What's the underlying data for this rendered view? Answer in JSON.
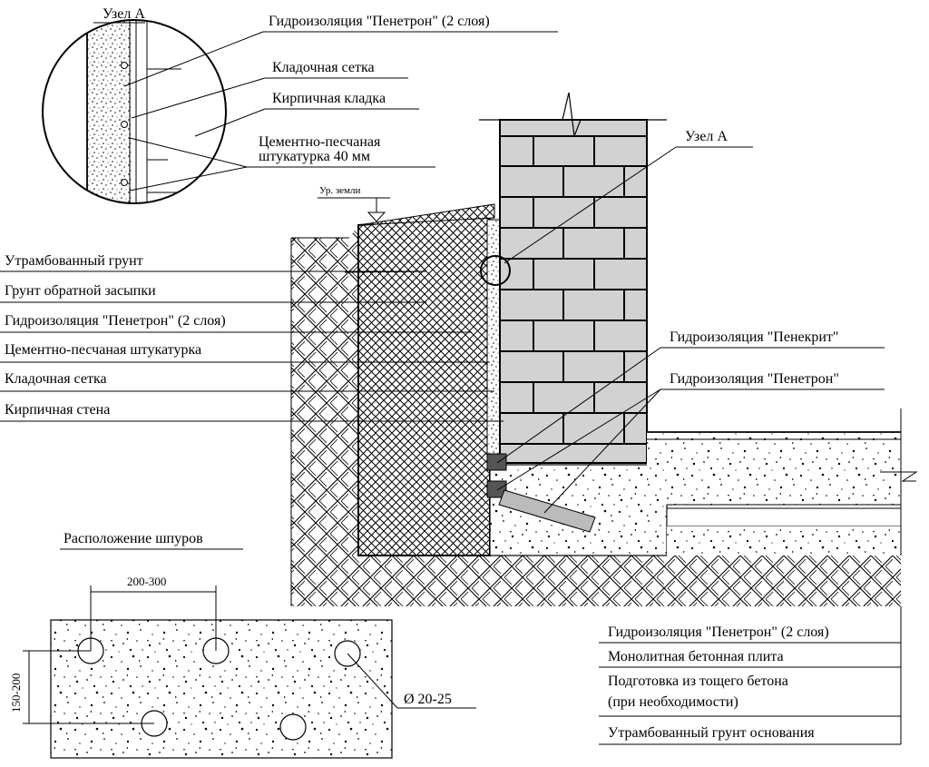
{
  "labels": {
    "node_a_title": "Узел А",
    "hydro_penetron_2": "Гидроизоляция \"Пенетрон\" (2 слоя)",
    "masonry_mesh": "Кладочная сетка",
    "brickwork": "Кирпичная кладка",
    "cement_plaster_1": "Цементно-песчаная",
    "cement_plaster_2": "штукатурка 40 мм",
    "ground_level": "Ур. земли",
    "node_a_callout": "Узел А",
    "penekrit": "Гидроизоляция \"Пенекрит\"",
    "penetron": "Гидроизоляция \"Пенетрон\"",
    "holes_title": "Расположение шпуров",
    "dim_horizontal": "200-300",
    "dim_vertical": "150-200",
    "diameter": "Ø 20-25"
  },
  "left_legend": [
    "Утрамбованный грунт",
    "Грунт обратной засыпки",
    "Гидроизоляция \"Пенетрон\" (2 слоя)",
    "Цементно-песчаная штукатурка",
    "Кладочная сетка",
    "Кирпичная стена"
  ],
  "right_legend": [
    "Гидроизоляция \"Пенетрон\" (2 слоя)",
    "Монолитная бетонная плита",
    "Подготовка из тощего бетона",
    "(при необходимости)",
    "Утрамбованный грунт основания"
  ]
}
